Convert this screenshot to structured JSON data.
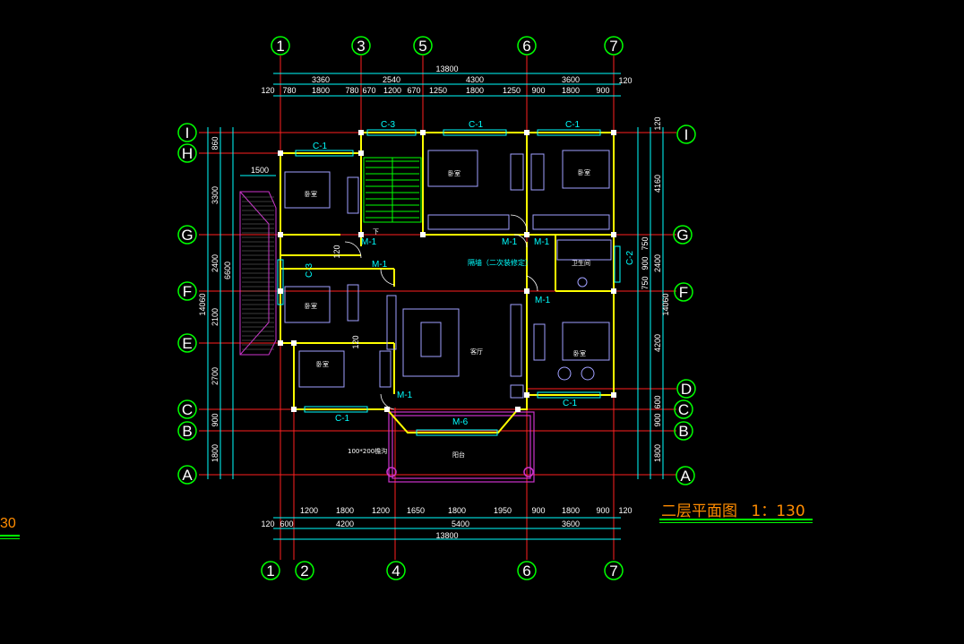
{
  "drawing": {
    "title": "二层平面图",
    "scale": "1：130",
    "edge_scale_fragment": "30"
  },
  "grid_top": [
    "1",
    "3",
    "5",
    "6",
    "7"
  ],
  "grid_bottom": [
    "1",
    "2",
    "4",
    "6",
    "7"
  ],
  "grid_left": [
    "I",
    "H",
    "G",
    "F",
    "E",
    "C",
    "B",
    "A"
  ],
  "grid_right": [
    "I",
    "G",
    "F",
    "D",
    "C",
    "B",
    "A"
  ],
  "dims_top": {
    "overall": "13800",
    "bays": [
      "3360",
      "2540",
      "4300",
      "3600"
    ],
    "end_left": "120",
    "end_right": "120",
    "details": [
      "780",
      "1800",
      "780",
      "670",
      "1200",
      "670",
      "1250",
      "1800",
      "1250",
      "900",
      "1800",
      "900"
    ]
  },
  "dims_bottom": {
    "overall": "13800",
    "bays": [
      "4200",
      "5400",
      "3600"
    ],
    "end_left": "120",
    "end_left2": "600",
    "end_right": "120",
    "details": [
      "1200",
      "1800",
      "1200",
      "1650",
      "1800",
      "1950",
      "900",
      "1800",
      "900"
    ]
  },
  "dims_left": {
    "overall": "14060",
    "bays": [
      "860",
      "3300",
      "2400",
      "2100",
      "2700",
      "900",
      "1800"
    ],
    "sub": "6600"
  },
  "dims_right": {
    "overall": "14060",
    "top": "120",
    "bays": [
      "4160",
      "2400",
      "4200",
      "600",
      "900",
      "1800"
    ],
    "sub": [
      "750",
      "900",
      "750"
    ]
  },
  "dims_inner": {
    "eave": "1500",
    "small_a": "120",
    "small_b": "120"
  },
  "labels": {
    "c1_a": "C-1",
    "c1_b": "C-1",
    "c1_c": "C-1",
    "c1_d": "C-1",
    "c1_e": "C-1",
    "c3_a": "C-3",
    "c3_b": "C-3",
    "c2": "C-2",
    "m1_a": "M-1",
    "m1_b": "M-1",
    "m1_c": "M-1",
    "m1_d": "M-1",
    "m1_e": "M-1",
    "m1_f": "M-1",
    "m6": "M-6",
    "down": "下",
    "bedroom_1": "卧室",
    "bedroom_2": "卧室",
    "bedroom_3": "卧室",
    "bedroom_4": "卧室",
    "bedroom_5": "卧室",
    "bedroom_6": "卧室",
    "bathroom": "卫生间",
    "living": "客厅",
    "balcony": "阳台",
    "hallway_note": "隔墙（二次装修定）",
    "eave_note": "100*200檐沟"
  },
  "colors": {
    "background": "#000000",
    "grid_line": "#ff2020",
    "dim_line": "#00ffff",
    "wall": "#ffff00",
    "bubble": "#00ff00",
    "furniture": "#a0a0ff",
    "stair": "#00ff00",
    "roof": "#cc33cc",
    "title": "#ff8c00",
    "window": "#00ffff"
  }
}
